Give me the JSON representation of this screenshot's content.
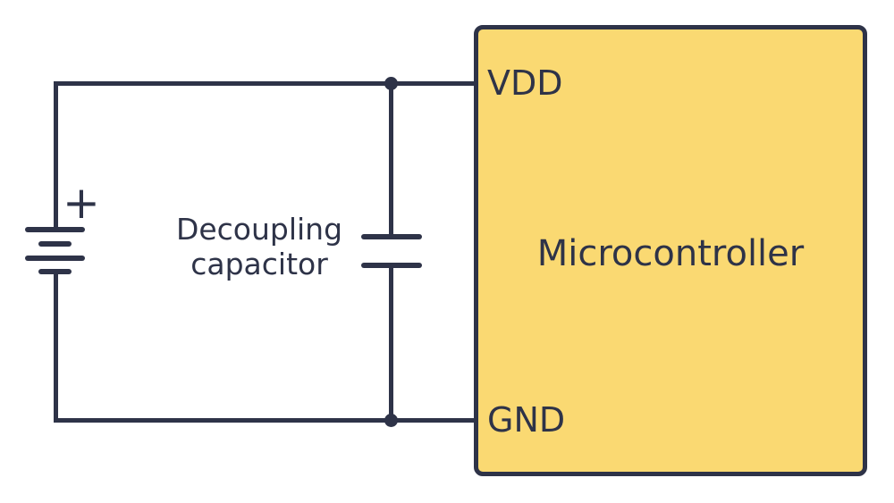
{
  "diagram": {
    "labels": {
      "decoupling_line1": "Decoupling",
      "decoupling_line2": "capacitor",
      "battery_plus": "+",
      "vdd_pin": "VDD",
      "gnd_pin": "GND",
      "microcontroller": "Microcontroller"
    },
    "colors": {
      "ink": "#2E3348",
      "chip_fill": "#FAD972",
      "background": "#FFFFFF"
    }
  }
}
